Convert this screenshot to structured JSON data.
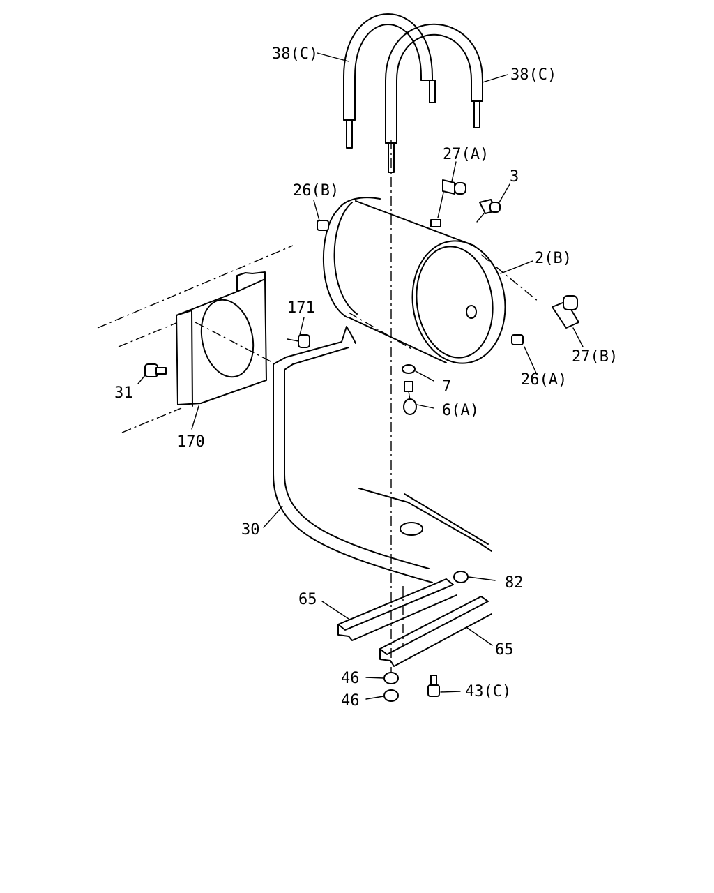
{
  "callouts": [
    {
      "id": "38c_left",
      "text": "38(C)"
    },
    {
      "id": "38c_right",
      "text": "38(C)"
    },
    {
      "id": "27a",
      "text": "27(A)"
    },
    {
      "id": "3",
      "text": "3"
    },
    {
      "id": "26b",
      "text": "26(B)"
    },
    {
      "id": "2b",
      "text": "2(B)"
    },
    {
      "id": "171",
      "text": "171"
    },
    {
      "id": "27b",
      "text": "27(B)"
    },
    {
      "id": "26a",
      "text": "26(A)"
    },
    {
      "id": "7",
      "text": "7"
    },
    {
      "id": "6a",
      "text": "6(A)"
    },
    {
      "id": "31",
      "text": "31"
    },
    {
      "id": "170",
      "text": "170"
    },
    {
      "id": "30",
      "text": "30"
    },
    {
      "id": "82",
      "text": "82"
    },
    {
      "id": "65_left",
      "text": "65"
    },
    {
      "id": "65_right",
      "text": "65"
    },
    {
      "id": "46_top",
      "text": "46"
    },
    {
      "id": "46_bottom",
      "text": "46"
    },
    {
      "id": "43c",
      "text": "43(C)"
    }
  ]
}
